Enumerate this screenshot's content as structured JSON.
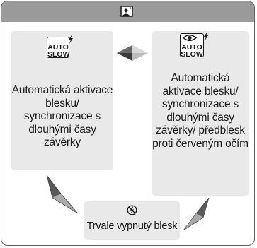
{
  "header": {
    "mode_icon": "portrait-scene-icon"
  },
  "modes": {
    "auto_slow": {
      "symbol_top": "AUTO",
      "symbol_bottom": "SLOW",
      "description": "Automatická aktivace blesku/ synchronizace s dlouhými časy závěrky"
    },
    "auto_slow_redeye": {
      "symbol_top": "AUTO",
      "symbol_bottom": "SLOW",
      "description": "Automatická aktivace blesku/ synchronizace s dlouhými časy závěrky/ předblesk proti červeným očím"
    },
    "flash_off": {
      "icon": "flash-off-icon",
      "description": "Trvale vypnutý blesk"
    }
  },
  "colors": {
    "header": "#9a9a9a",
    "panel": "#e9e9e9",
    "arrow_dark": "#3c3c3c",
    "arrow_light": "#bdbdbd"
  }
}
